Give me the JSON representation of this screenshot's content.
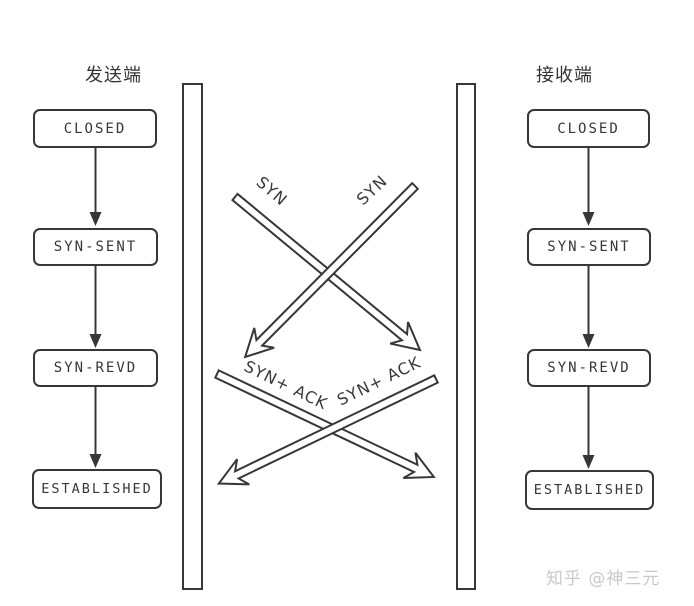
{
  "diagram": {
    "sender": {
      "title": "发送端",
      "states": [
        "CLOSED",
        "SYN-SENT",
        "SYN-REVD",
        "ESTABLISHED"
      ]
    },
    "receiver": {
      "title": "接收端",
      "states": [
        "CLOSED",
        "SYN-SENT",
        "SYN-REVD",
        "ESTABLISHED"
      ]
    },
    "messages": [
      {
        "label": "SYN",
        "from": "sender",
        "to": "receiver"
      },
      {
        "label": "SYN",
        "from": "receiver",
        "to": "sender"
      },
      {
        "label": "SYN+ ACK",
        "from": "sender",
        "to": "receiver"
      },
      {
        "label": "SYN+ ACK",
        "from": "receiver",
        "to": "sender"
      }
    ],
    "colors": {
      "stroke": "#373737",
      "text": "#3a3a3a",
      "watermark": "#c9c9c9",
      "background": "#ffffff"
    }
  },
  "page": {
    "watermark": "知乎 @神三元"
  }
}
